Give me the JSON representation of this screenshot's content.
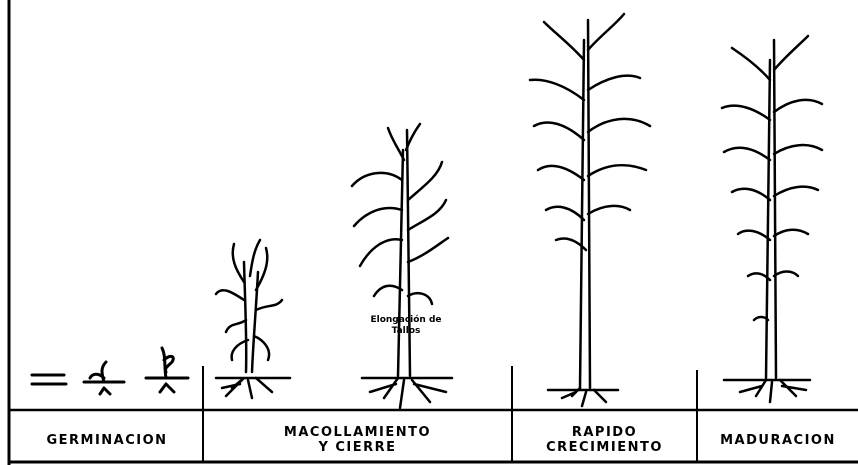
{
  "figure": {
    "annotation": "Elongación de\nTallos"
  },
  "stages": [
    {
      "label": "GERMINACION"
    },
    {
      "label": "MACOLLAMIENTO\nY CIERRE"
    },
    {
      "label": "RAPIDO\nCRECIMIENTO"
    },
    {
      "label": "MADURACION"
    }
  ],
  "colors": {
    "ink": "#000000",
    "paper": "#ffffff"
  }
}
